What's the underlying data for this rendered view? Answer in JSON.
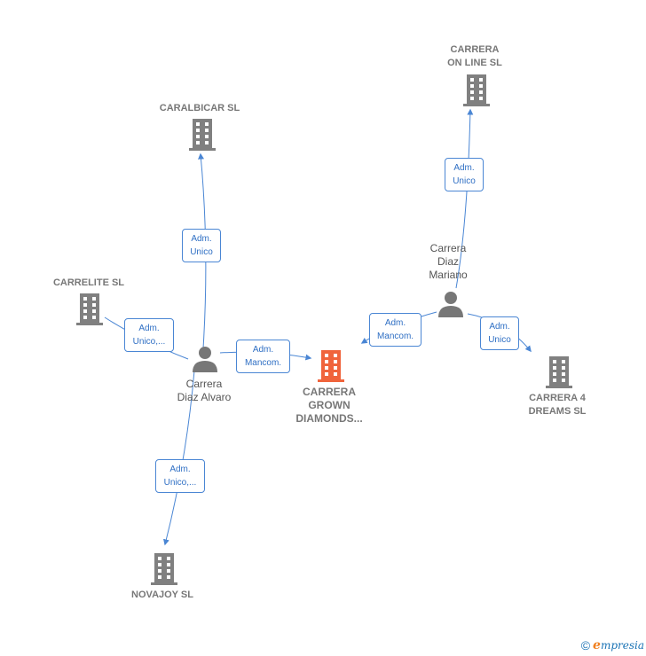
{
  "colors": {
    "company": "#808080",
    "main_company": "#f0643c",
    "person": "#777777",
    "edge": "#4a86d4"
  },
  "companies": {
    "carrera_online": "CARRERA\nON LINE  SL",
    "caralbicar": "CARALBICAR SL",
    "carrelite": "CARRELITE SL",
    "grown_diamonds": "CARRERA\nGROWN\nDIAMONDS...",
    "carrera4": "CARRERA 4\nDREAMS  SL",
    "novajoy": "NOVAJOY  SL"
  },
  "persons": {
    "mariano": "Carrera\nDiaz\nMariano",
    "alvaro": "Carrera\nDiaz Alvaro"
  },
  "edges": {
    "alvaro_caralbicar": "Adm.\nUnico",
    "alvaro_carrelite": "Adm.\nUnico,...",
    "alvaro_grown": "Adm.\nMancom.",
    "alvaro_novajoy": "Adm.\nUnico,...",
    "mariano_online": "Adm.\nUnico",
    "mariano_grown": "Adm.\nMancom.",
    "mariano_carrera4": "Adm.\nUnico"
  },
  "footer": {
    "copyright": "©",
    "brand_initial": "e",
    "brand_rest": "mpresia"
  },
  "icons": {
    "company": "building-icon",
    "person": "person-icon"
  }
}
